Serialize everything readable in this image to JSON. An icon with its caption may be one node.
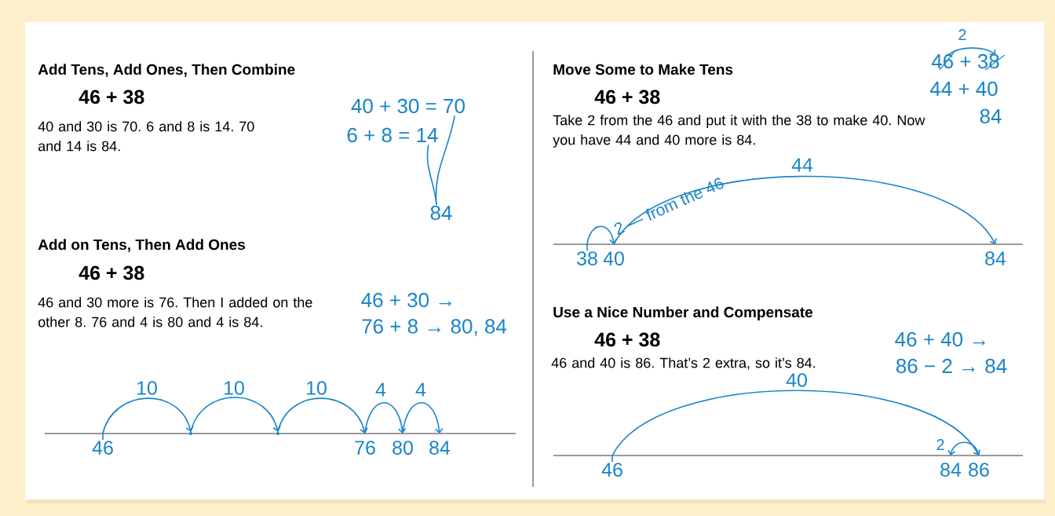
{
  "diagram": {
    "nodes": [
      {
        "text": [
          "40 + 30 = 70"
        ]
      },
      {
        "text": [
          "6 + 8 = 14"
        ]
      },
      {
        "text": [
          "84"
        ]
      },
      {
        "text": [
          "46 + 38"
        ]
      },
      {
        "text": [
          "46"
        ]
      },
      {
        "text": [],
        "shape": "point"
      },
      {
        "text": [],
        "shape": "point"
      },
      {
        "text": [
          "76"
        ]
      },
      {
        "text": [
          "80"
        ]
      },
      {
        "text": [
          "84"
        ]
      },
      {
        "text": [
          "38"
        ]
      },
      {
        "text": [
          "40"
        ]
      },
      {
        "text": [
          "84"
        ]
      },
      {
        "text": [
          "46"
        ]
      },
      {
        "text": [
          "84"
        ]
      },
      {
        "text": [
          "86"
        ]
      }
    ],
    "edges": [
      {
        "from": 1,
        "to": 2,
        "arrow": "none"
      },
      {
        "from": 0,
        "to": 2,
        "arrow": "none"
      },
      {
        "from": 3,
        "to": 3,
        "arrow": "to",
        "label": "2"
      },
      {
        "from": 4,
        "to": 5,
        "arrow": "to",
        "label": "10"
      },
      {
        "from": 5,
        "to": 6,
        "arrow": "to",
        "label": "10"
      },
      {
        "from": 6,
        "to": 7,
        "arrow": "to",
        "label": "10"
      },
      {
        "from": 7,
        "to": 8,
        "arrow": "to",
        "label": "4"
      },
      {
        "from": 8,
        "to": 9,
        "arrow": "to",
        "label": "4"
      },
      {
        "from": 10,
        "to": 11,
        "arrow": "to",
        "label": "2 — from the 46"
      },
      {
        "from": 11,
        "to": 12,
        "arrow": "to",
        "label": "44"
      },
      {
        "from": 13,
        "to": 15,
        "arrow": "to",
        "label": "40"
      },
      {
        "from": 15,
        "to": 14,
        "arrow": "to",
        "label": "2"
      }
    ],
    "labels": [
      "Add Tens, Add Ones, Then Combine",
      "46 + 38",
      "40 and 30 is 70. 6 and 8 is 14. 70 and 14 is 84.",
      "Add on Tens, Then Add Ones",
      "46 + 38",
      "46 and 30 more is 76. Then I added on the other 8. 76 and 4 is 80 and 4 is 84.",
      "46 + 30 →",
      "76 + 8 → 80, 84",
      "Move Some to Make Tens",
      "44 + 40",
      "46 + 38",
      "84",
      "Take 2 from the 46 and put it with the 38 to make 40. Now you have 44 and 40 more is 84.",
      "Use a Nice Number and Compensate",
      "46 + 38",
      "46 + 40 →",
      "46 and 40 is 86. That’s 2 extra, so it’s 84.",
      "86 − 2 → 84"
    ]
  }
}
